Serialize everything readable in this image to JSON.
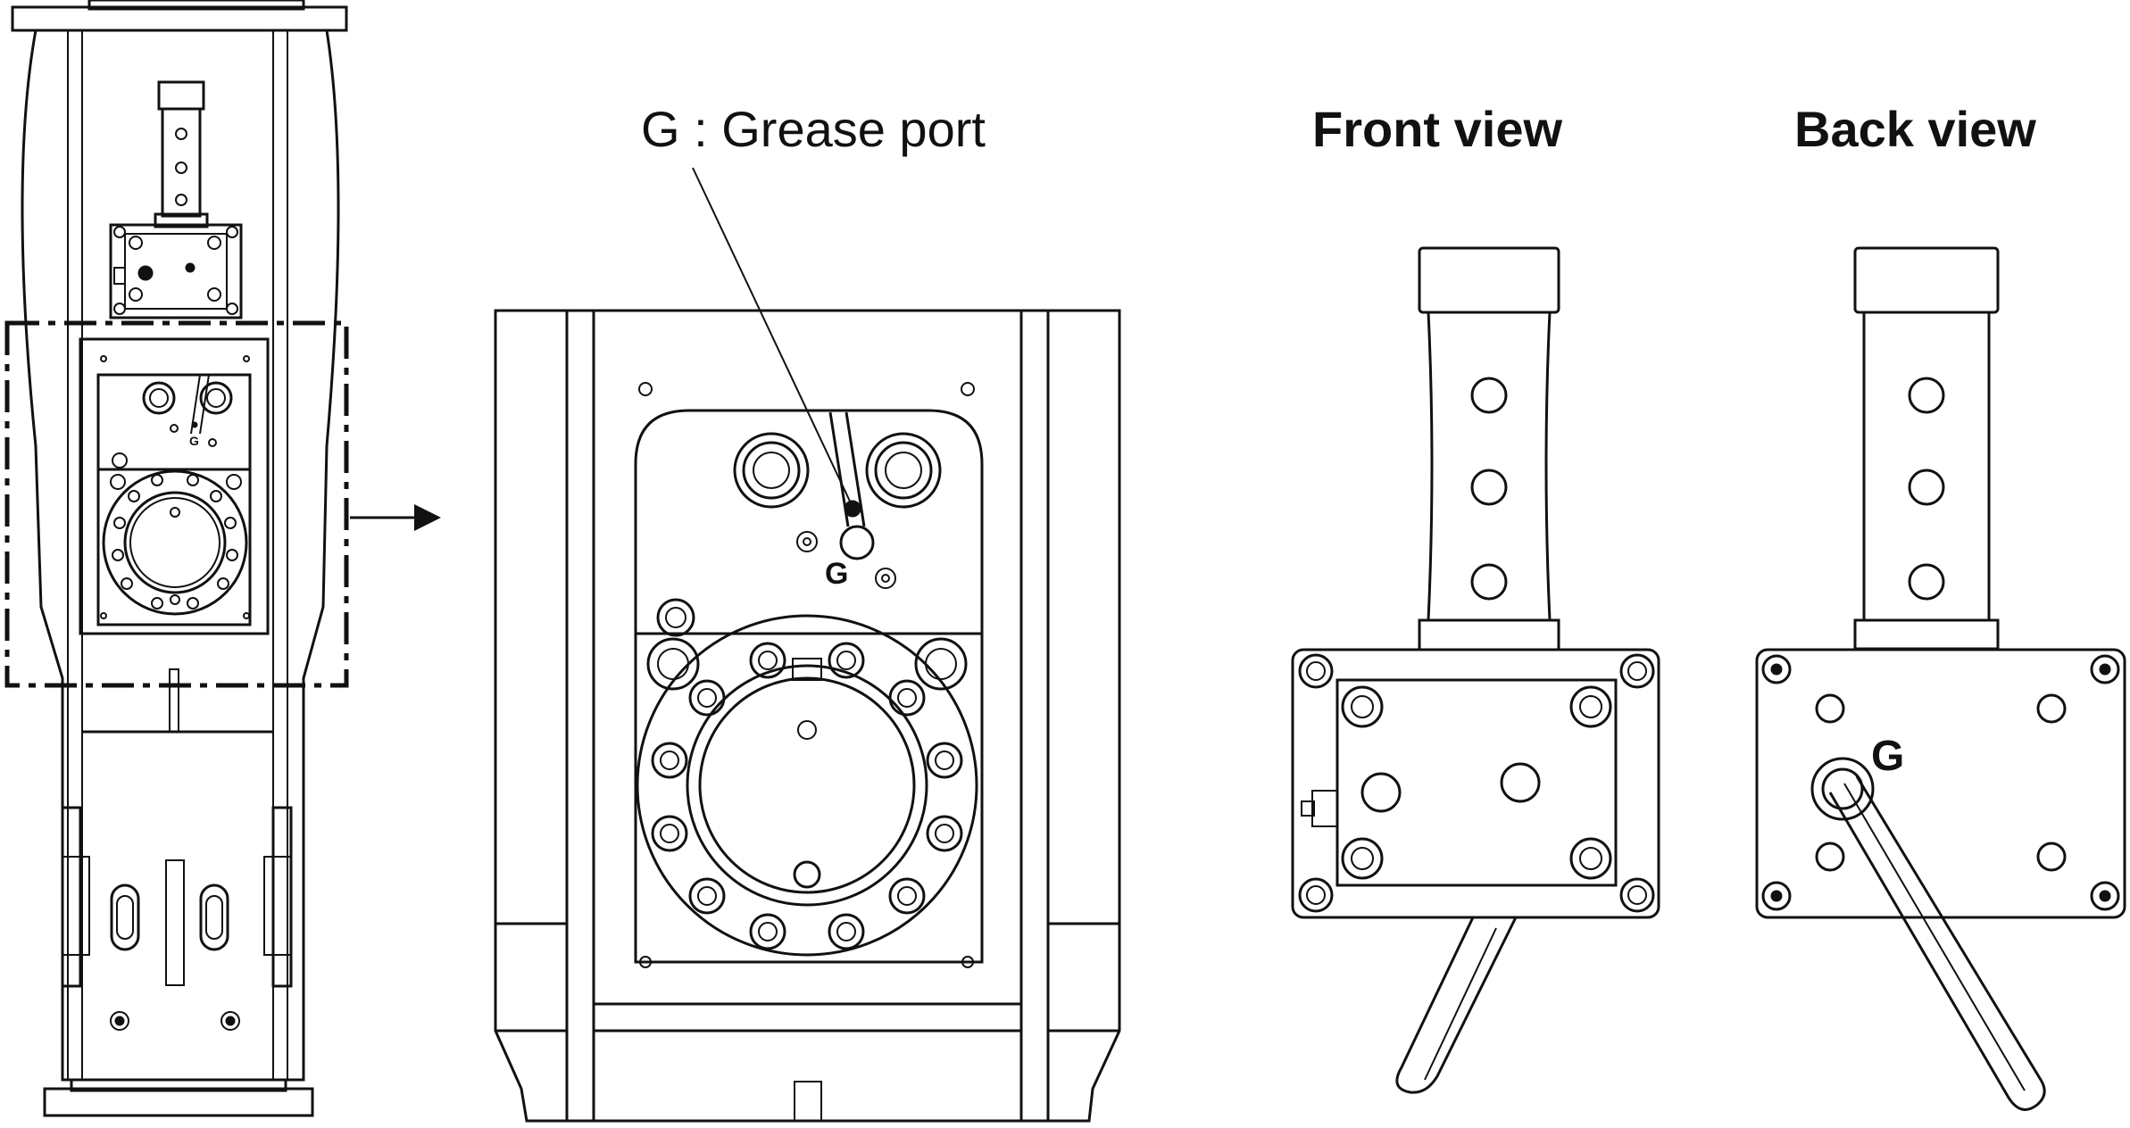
{
  "labels": {
    "grease_port_caption": "G : Grease port",
    "front_view_title": "Front view",
    "back_view_title": "Back view",
    "g_marker": "G"
  },
  "colors": {
    "line": "#111111",
    "background": "#ffffff"
  },
  "icons": {
    "callout_arrow": "arrow-right-icon"
  }
}
